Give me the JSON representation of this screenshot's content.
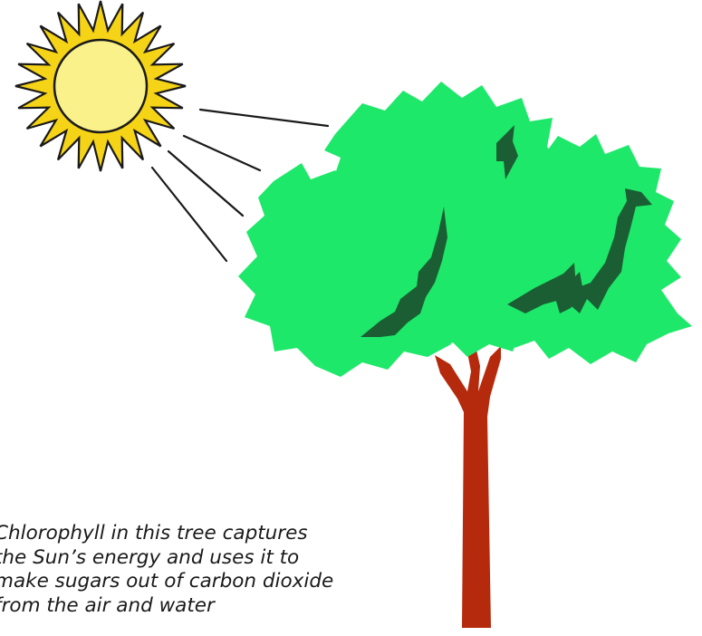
{
  "caption": {
    "lines": [
      "Chlorophyll in this tree captures",
      "the Sun’s energy and uses it to",
      "make sugars out of carbon dioxide",
      "from the air and water"
    ]
  },
  "colors": {
    "sun_rays": "#f5d316",
    "sun_disc": "#fbf18a",
    "outline": "#1a1a1a",
    "canopy": "#1ee86a",
    "leaf_shadow": "#1b5e34",
    "trunk": "#b52a0c"
  },
  "icons": {
    "sun": "sun-icon",
    "tree": "tree-icon"
  }
}
